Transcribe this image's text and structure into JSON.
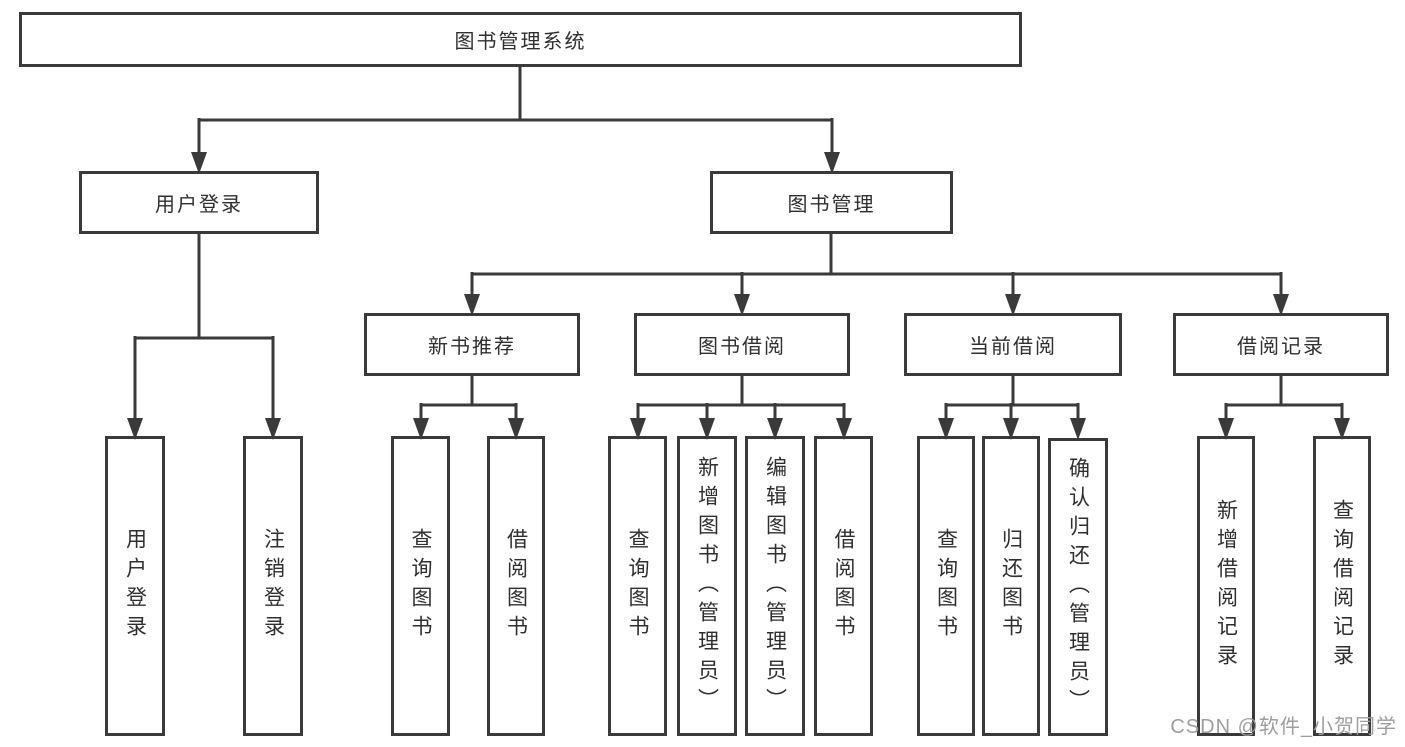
{
  "watermark": "CSDN @软件_小贺同学",
  "colors": {
    "line": "#3a3a3a",
    "box_border": "#3a3a3a",
    "text": "#2f2f2f",
    "background": "#ffffff",
    "watermark": "#9e9e9e"
  },
  "tree": {
    "label": "图书管理系统",
    "children": [
      {
        "label": "用户登录",
        "children": [
          {
            "label": "用户登录"
          },
          {
            "label": "注销登录"
          }
        ]
      },
      {
        "label": "图书管理",
        "children": [
          {
            "label": "新书推荐",
            "children": [
              {
                "label": "查询图书"
              },
              {
                "label": "借阅图书"
              }
            ]
          },
          {
            "label": "图书借阅",
            "children": [
              {
                "label": "查询图书"
              },
              {
                "label": "新增图书（管理员）"
              },
              {
                "label": "编辑图书（管理员）"
              },
              {
                "label": "借阅图书"
              }
            ]
          },
          {
            "label": "当前借阅",
            "children": [
              {
                "label": "查询图书"
              },
              {
                "label": "归还图书"
              },
              {
                "label": "确认归还（管理员）"
              }
            ]
          },
          {
            "label": "借阅记录",
            "children": [
              {
                "label": "新增借阅记录"
              },
              {
                "label": "查询借阅记录"
              }
            ]
          }
        ]
      }
    ]
  }
}
